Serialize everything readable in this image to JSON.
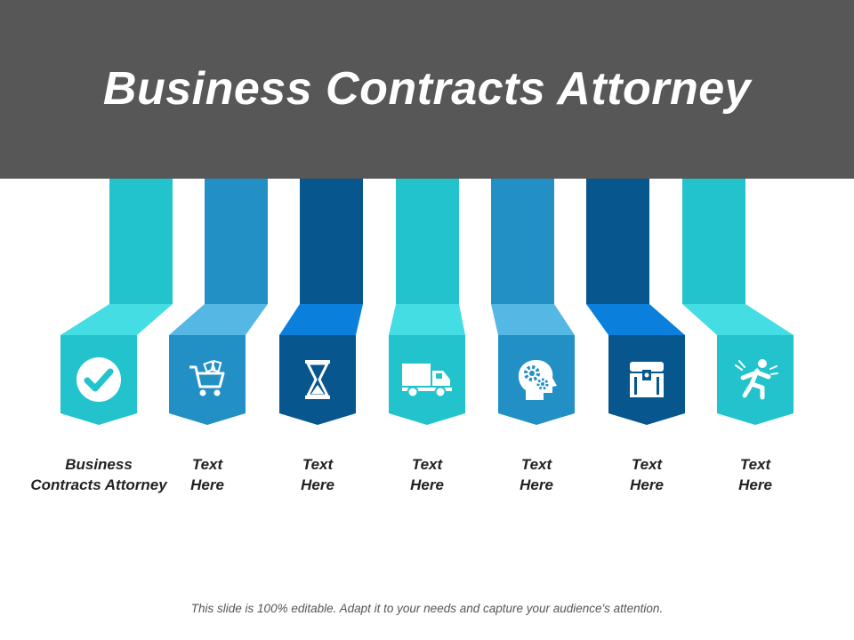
{
  "title": "Business Contracts Attorney",
  "footer": "This slide is 100% editable. Adapt it to your needs and capture your audience's attention.",
  "colors": {
    "header": "#575757",
    "teal_band": "#22c3cd",
    "teal_fold": "#44dde3",
    "blue_band": "#2290c5",
    "blue_fold": "#54b7e4",
    "navy_band": "#08568e",
    "navy_fold": "#0a7fdc"
  },
  "items": [
    {
      "icon": "check-icon",
      "theme": "teal",
      "label_lines": [
        "Business",
        "Contracts Attorney"
      ]
    },
    {
      "icon": "shopping-cart-icon",
      "theme": "blue",
      "label_lines": [
        "Text",
        "Here"
      ]
    },
    {
      "icon": "hourglass-icon",
      "theme": "navy",
      "label_lines": [
        "Text",
        "Here"
      ]
    },
    {
      "icon": "delivery-truck-icon",
      "theme": "teal",
      "label_lines": [
        "Text",
        "Here"
      ]
    },
    {
      "icon": "head-gears-icon",
      "theme": "blue",
      "label_lines": [
        "Text",
        "Here"
      ]
    },
    {
      "icon": "treasure-chest-icon",
      "theme": "navy",
      "label_lines": [
        "Text",
        "Here"
      ]
    },
    {
      "icon": "stressed-person-icon",
      "theme": "teal",
      "label_lines": [
        "Text",
        "Here"
      ]
    }
  ]
}
